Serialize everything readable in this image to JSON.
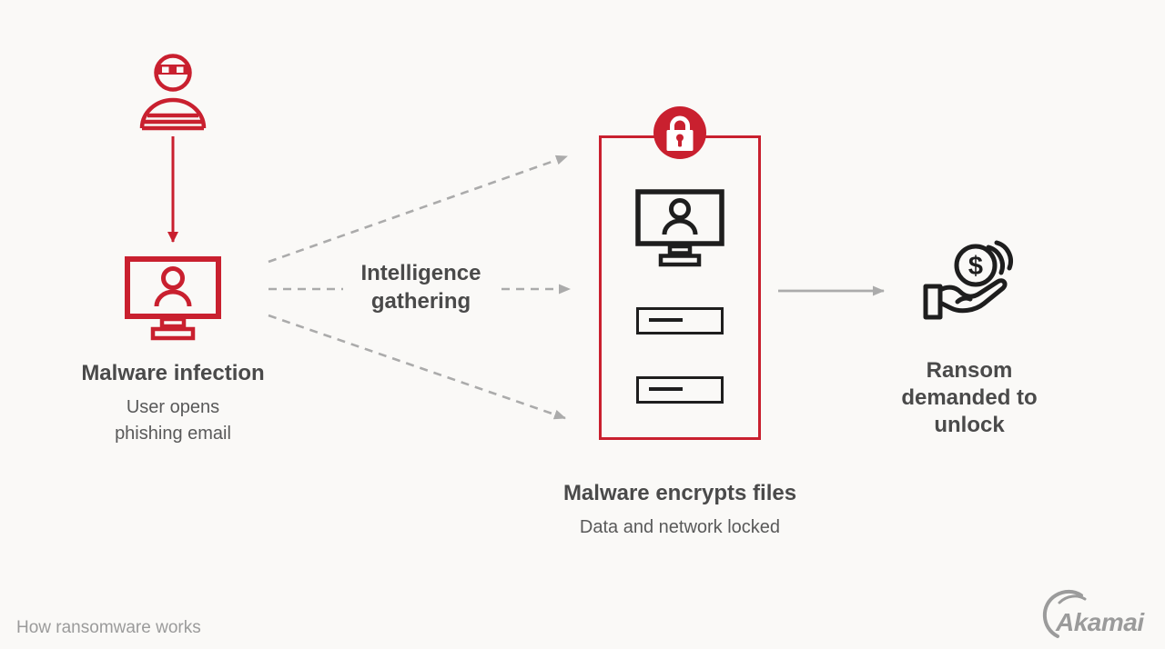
{
  "colors": {
    "brand_red": "#C9202F",
    "icon_dark": "#1E1E1E",
    "title_text": "#4A4A4A",
    "subtitle_text": "#595959",
    "arrow_gray": "#ABABAB",
    "muted_gray": "#9B9B9B",
    "background": "#FAF9F7"
  },
  "diagram": {
    "step_infection": {
      "title": "Malware infection",
      "subtitle": "User opens phishing email"
    },
    "label_gathering": "Intelligence gathering",
    "step_encryption": {
      "title": "Malware encrypts files",
      "subtitle": "Data and network locked"
    },
    "step_ransom": {
      "title": "Ransom demanded to unlock"
    },
    "coin_symbol": "$"
  },
  "footer": {
    "caption": "How ransomware works",
    "logo_text": "Akamai"
  }
}
